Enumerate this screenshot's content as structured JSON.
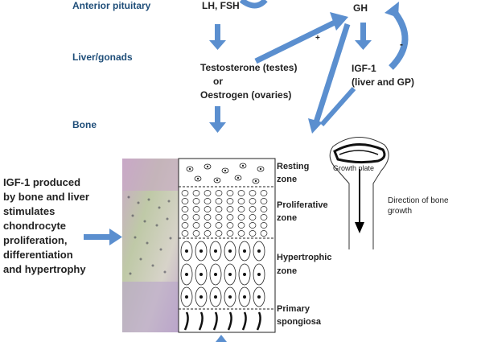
{
  "levels": {
    "anterior_pituitary": "Anterior pituitary",
    "liver_gonads": "Liver/gonads",
    "bone": "Bone"
  },
  "hormones": {
    "lh_fsh": "LH, FSH",
    "gh": "GH",
    "testosterone": "Testosterone (testes)",
    "or": "or",
    "oestrogen": "Oestrogen (ovaries)",
    "igf1_line1": "IGF-1",
    "igf1_line2": "(liver and GP)"
  },
  "signs": {
    "positive": "+",
    "negative": "-"
  },
  "zones": {
    "resting_1": "Resting",
    "resting_2": "zone",
    "proliferative_1": "Proliferative",
    "proliferative_2": "zone",
    "hypertrophic_1": "Hypertrophic",
    "hypertrophic_2": "zone",
    "primary_1": "Primary",
    "primary_2": "spongiosa"
  },
  "igf_text": {
    "line1": "IGF-1 produced",
    "line2": "by bone and liver",
    "line3": "stimulates",
    "line4": "chondrocyte",
    "line5": "proliferation,",
    "line6": "differentiation",
    "line7": "and hypertrophy"
  },
  "bone_labels": {
    "growth_plate": "Growth plate",
    "direction_1": "Direction of bone",
    "direction_2": "growth"
  },
  "colors": {
    "arrow_blue": "#5b8fcf",
    "label_blue": "#1f4e79",
    "histology_pink": "#c8a6c6",
    "histology_green": "#b9c6a6"
  }
}
